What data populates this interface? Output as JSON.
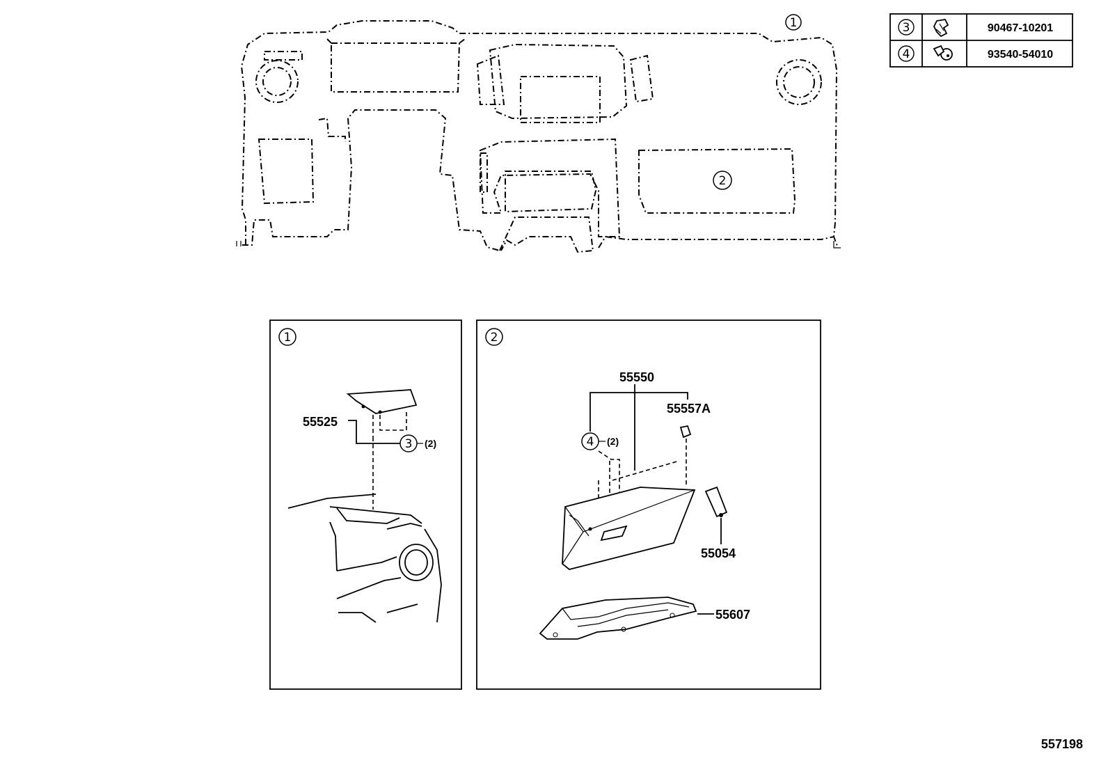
{
  "fastener_table": {
    "rows": [
      {
        "ref": "3",
        "icon": "clip-icon",
        "part_no": "90467-10201"
      },
      {
        "ref": "4",
        "icon": "screw-grommet-icon",
        "part_no": "93540-54010"
      }
    ]
  },
  "overview": {
    "callout_1": "1",
    "callout_2": "2"
  },
  "detail_1": {
    "index": "1",
    "part_55525": "55525",
    "fastener_ref": "3",
    "fastener_qty": "(2)"
  },
  "detail_2": {
    "index": "2",
    "part_55550": "55550",
    "part_55557A": "55557A",
    "fastener_ref": "4",
    "fastener_qty": "(2)",
    "part_55054": "55054",
    "part_55607": "55607"
  },
  "diagram_id": "557198"
}
